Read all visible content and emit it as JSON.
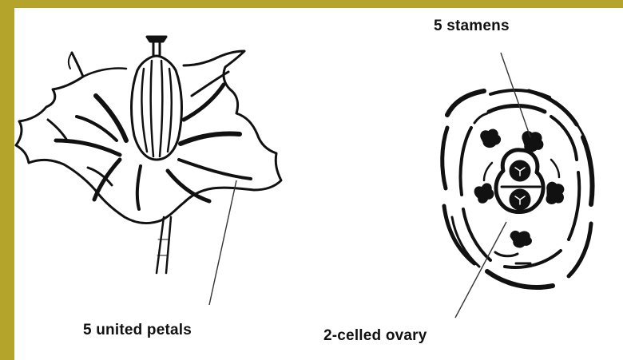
{
  "labels": {
    "stamens": "5 stamens",
    "petals": "5 united petals",
    "ovary": "2-celled ovary"
  },
  "colors": {
    "border": "#b4a42c",
    "background": "#ffffff",
    "ink": "#111111"
  }
}
